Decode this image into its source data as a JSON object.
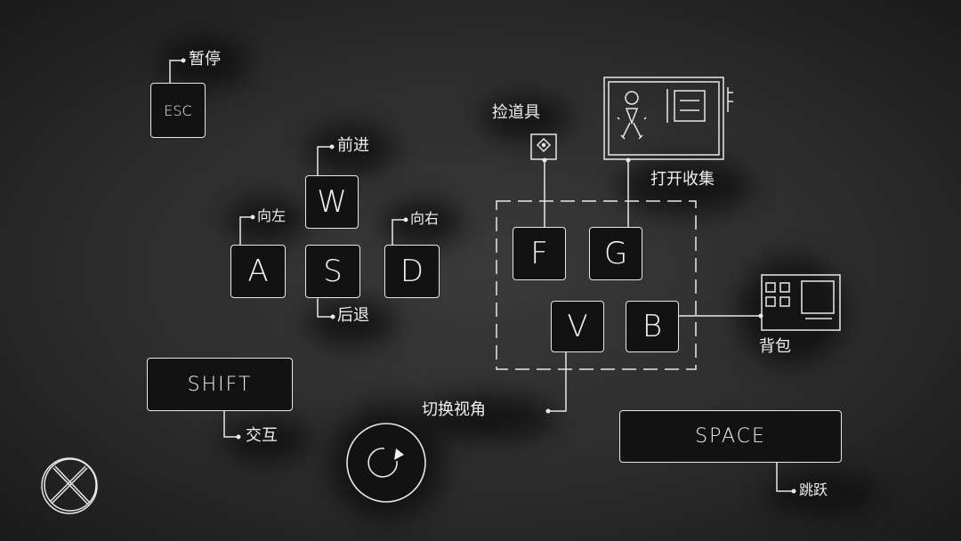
{
  "keys": {
    "esc": "ESC",
    "w": "W",
    "a": "A",
    "s": "S",
    "d": "D",
    "f": "F",
    "g": "G",
    "v": "V",
    "b": "B",
    "shift": "SHIFT",
    "space": "SPACE"
  },
  "labels": {
    "pause": "暂停",
    "forward": "前进",
    "left": "向左",
    "right": "向右",
    "back": "后退",
    "pickup": "捡道具",
    "open_collection": "打开收集",
    "backpack": "背包",
    "switch_view": "切换视角",
    "interact": "交互",
    "jump": "跳跃"
  },
  "icons": {
    "pickup": "item-box-icon",
    "collection": "character-collection-icon",
    "backpack": "backpack-grid-icon",
    "rotate": "rotate-view-icon",
    "close": "close-icon"
  },
  "colors": {
    "background": "#2c2c2c",
    "chalk": "#f0f0f0",
    "key_fill": "#121212"
  }
}
